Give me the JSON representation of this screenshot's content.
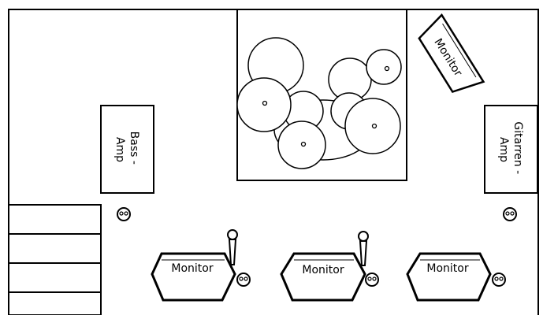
{
  "stage": {
    "bass_amp_label": "Bass -\nAmp",
    "guitar_amp_label": "Gitarren -\nAmp",
    "drum_monitor_label": "Monitor",
    "front_monitors": [
      {
        "label": "Monitor"
      },
      {
        "label": "Monitor"
      },
      {
        "label": "Monitor"
      }
    ],
    "icons": [
      "xlr-input-icon",
      "microphone-icon",
      "wedge-monitor-icon",
      "amp-icon",
      "drum-icon",
      "riser-icon"
    ]
  }
}
